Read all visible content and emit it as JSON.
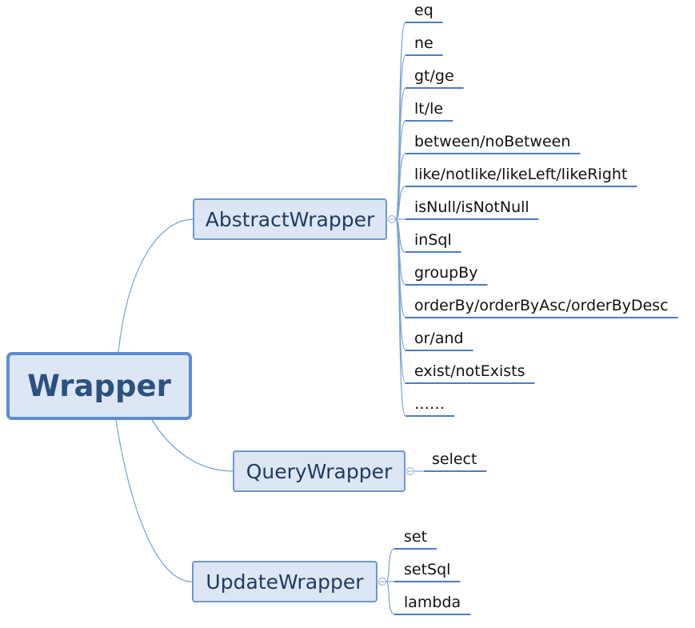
{
  "root": {
    "label": "Wrapper"
  },
  "branches": {
    "abstract": {
      "label": "AbstractWrapper",
      "children": [
        "eq",
        "ne",
        "gt/ge",
        "lt/le",
        "between/noBetween",
        "like/notlike/likeLeft/likeRight",
        "isNull/isNotNull",
        "inSql",
        "groupBy",
        "orderBy/orderByAsc/orderByDesc",
        "or/and",
        "exist/notExists",
        "……"
      ]
    },
    "query": {
      "label": "QueryWrapper",
      "children": [
        "select"
      ]
    },
    "update": {
      "label": "UpdateWrapper",
      "children": [
        "set",
        "setSql",
        "lambda"
      ]
    }
  },
  "colors": {
    "line": "#6f97cf",
    "node_fill": "#dce6f4",
    "underline": "#4a7cc9",
    "text": "#1f3b63"
  }
}
